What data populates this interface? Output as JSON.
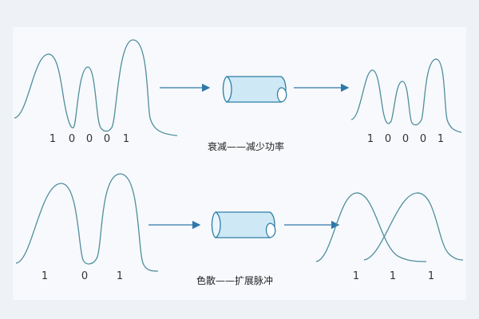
{
  "colors": {
    "background": "#eef2f7",
    "panel": "#f7f9fc",
    "wave": "#4f8e9c",
    "arrow": "#2f78a9",
    "fiber_fill": "#cfe8f6",
    "fiber_stroke": "#2f7fa6"
  },
  "top": {
    "input_bits": [
      "1",
      "0",
      "0",
      "0",
      "1"
    ],
    "output_bits": [
      "1",
      "0",
      "0",
      "0",
      "1"
    ],
    "caption": "衰减——减少功率"
  },
  "bottom": {
    "input_bits": [
      "1",
      "0",
      "1"
    ],
    "output_bits": [
      "1",
      "1",
      "1"
    ],
    "caption": "色散——扩展脉冲"
  }
}
